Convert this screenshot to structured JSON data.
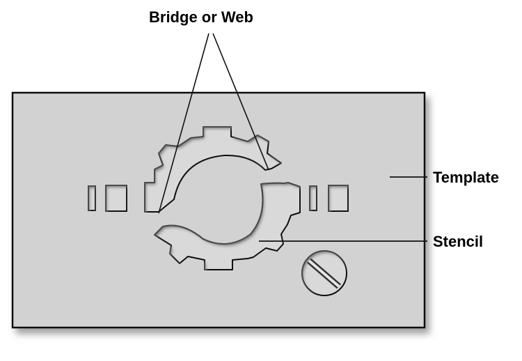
{
  "labels": {
    "top": "Bridge or Web",
    "template": "Template",
    "stencil": "Stencil"
  },
  "colors": {
    "template_fill": "#d2d2d2",
    "hole_fill": "#d9d9d9",
    "outline": "#111111",
    "shadow": "#8a8a8a"
  }
}
